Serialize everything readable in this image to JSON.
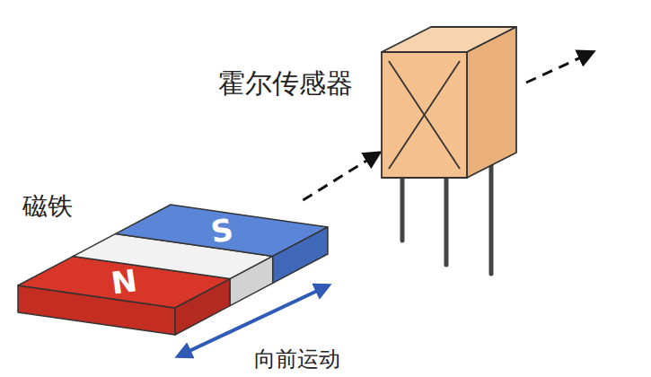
{
  "diagram": {
    "nodes": [
      {
        "text": [
          "磁铁",
          "N",
          "S"
        ]
      },
      {
        "text": [
          "霍尔传感器"
        ]
      }
    ],
    "edges": [
      {
        "from": 0,
        "to": 1,
        "arrow": "to"
      }
    ],
    "labels": [
      "向前运动"
    ]
  }
}
